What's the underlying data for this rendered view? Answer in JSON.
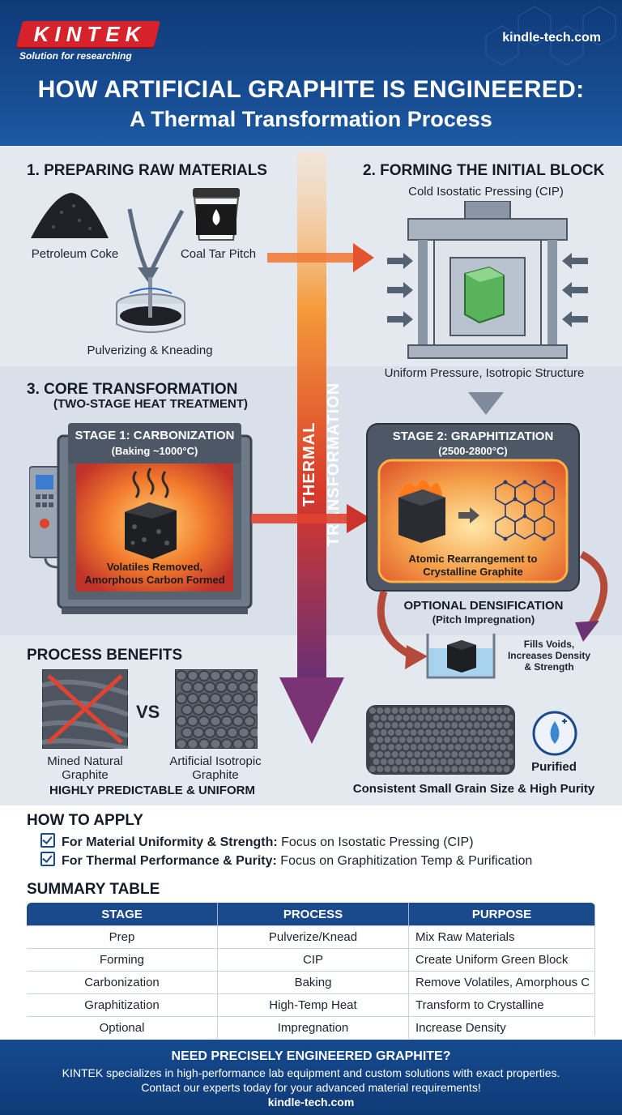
{
  "brand": {
    "logo": "KINTEK",
    "tagline": "Solution for researching",
    "website": "kindle-tech.com"
  },
  "title": {
    "line1": "HOW ARTIFICIAL GRAPHITE IS ENGINEERED:",
    "line2": "A Thermal Transformation Process"
  },
  "center_arrow_label": "THERMAL TRANSFORMATION",
  "step1": {
    "heading": "1. PREPARING RAW MATERIALS",
    "coke": "Petroleum Coke",
    "pitch": "Coal Tar Pitch",
    "mix": "Pulverizing & Kneading"
  },
  "step2": {
    "heading": "2. FORMING THE INITIAL BLOCK",
    "subheading": "Cold Isostatic Pressing (CIP)",
    "caption": "Uniform Pressure, Isotropic Structure"
  },
  "step3": {
    "heading": "3. CORE TRANSFORMATION",
    "subheading": "(TWO-STAGE HEAT TREATMENT)",
    "stage1_title": "STAGE 1: CARBONIZATION",
    "stage1_temp": "(Baking ~1000°C)",
    "stage1_caption1": "Volatiles Removed,",
    "stage1_caption2": "Amorphous Carbon Formed",
    "stage2_title": "STAGE 2: GRAPHITIZATION",
    "stage2_temp": "(2500-2800°C)",
    "stage2_caption1": "Atomic Rearrangement to",
    "stage2_caption2": "Crystalline Graphite"
  },
  "densification": {
    "title": "OPTIONAL DENSIFICATION",
    "subtitle": "(Pitch Impregnation)",
    "note1": "Fills Voids,",
    "note2": "Increases Density",
    "note3": "& Strength"
  },
  "benefits": {
    "heading": "PROCESS BENEFITS",
    "vs": "VS",
    "natural1": "Mined Natural",
    "natural2": "Graphite",
    "artificial1": "Artificial Isotropic",
    "artificial2": "Graphite",
    "predictable": "HIGHLY PREDICTABLE & UNIFORM",
    "purified": "Purified",
    "grain": "Consistent Small Grain Size & High Purity"
  },
  "apply": {
    "heading": "HOW TO APPLY",
    "items": [
      {
        "bold": "For Material Uniformity & Strength:",
        "text": " Focus on Isostatic Pressing (CIP)"
      },
      {
        "bold": "For Thermal Performance & Purity:",
        "text": " Focus on Graphitization Temp & Purification"
      }
    ]
  },
  "summary": {
    "heading": "SUMMARY TABLE",
    "columns": [
      "STAGE",
      "PROCESS",
      "PURPOSE"
    ],
    "rows": [
      [
        "Prep",
        "Pulverize/Knead",
        "Mix Raw Materials"
      ],
      [
        "Forming",
        "CIP",
        "Create Uniform Green Block"
      ],
      [
        "Carbonization",
        "Baking",
        "Remove Volatiles, Amorphous C"
      ],
      [
        "Graphitization",
        "High-Temp Heat",
        "Transform to Crystalline"
      ],
      [
        "Optional",
        "Impregnation",
        "Increase Density"
      ]
    ]
  },
  "footer": {
    "headline": "NEED PRECISELY ENGINEERED GRAPHITE?",
    "line1": "KINTEK specializes in high-performance lab equipment and custom solutions with exact properties.",
    "line2": "Contact our experts today for your advanced material requirements!",
    "website": "kindle-tech.com"
  },
  "colors": {
    "brand_blue": "#1b4a8c",
    "brand_red": "#d7222b",
    "heat_orange": "#f08a2a"
  }
}
